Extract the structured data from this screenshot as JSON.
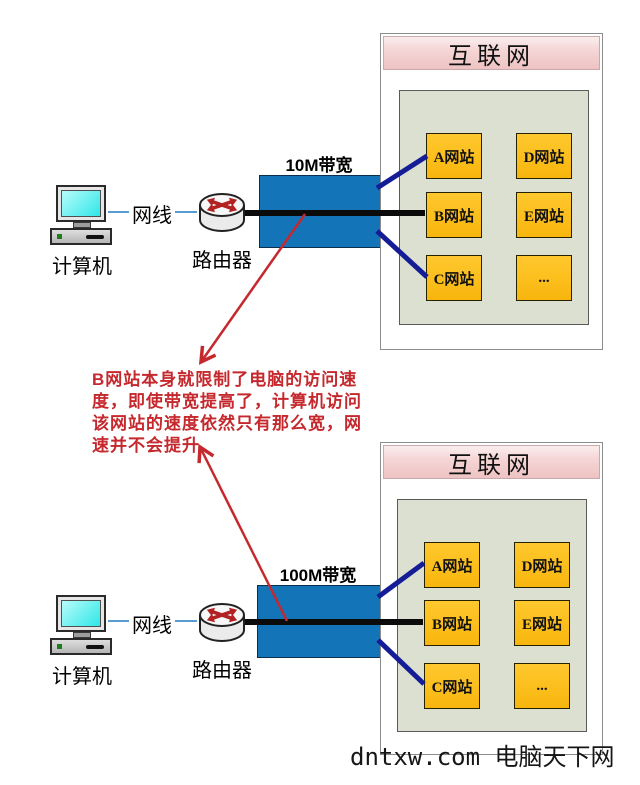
{
  "colors": {
    "bandwidth_box_blue": "#1474b8",
    "site_box_orange": "#fcbd1a",
    "internet_header_pink": "#f2caca",
    "internet_inner_green": "#dce0d0",
    "annotation_red": "#c5282d",
    "navy_connector": "#151d96",
    "cable_blue": "#5b9bd5",
    "black_connector": "#0b0b0b"
  },
  "top_diagram": {
    "computer_label": "计算机",
    "cable_label": "网线",
    "router_label": "路由器",
    "bandwidth_label": "10M带宽",
    "internet": {
      "title": "互联网",
      "sites_left": [
        "A网站",
        "B网站",
        "C网站"
      ],
      "sites_right": [
        "D网站",
        "E网站",
        "..."
      ]
    }
  },
  "bottom_diagram": {
    "computer_label": "计算机",
    "cable_label": "网线",
    "router_label": "路由器",
    "bandwidth_label": "100M带宽",
    "internet": {
      "title": "互联网",
      "sites_left": [
        "A网站",
        "B网站",
        "C网站"
      ],
      "sites_right": [
        "D网站",
        "E网站",
        "..."
      ]
    }
  },
  "annotation": {
    "line1": "B网站本身就限制了电脑的访问速",
    "line2": "度，即使带宽提高了，计算机访问",
    "line3": "该网站的速度依然只有那么宽，网",
    "line4": "速并不会提升"
  },
  "watermark": {
    "text": "dntxw.com 电脑天下网"
  }
}
